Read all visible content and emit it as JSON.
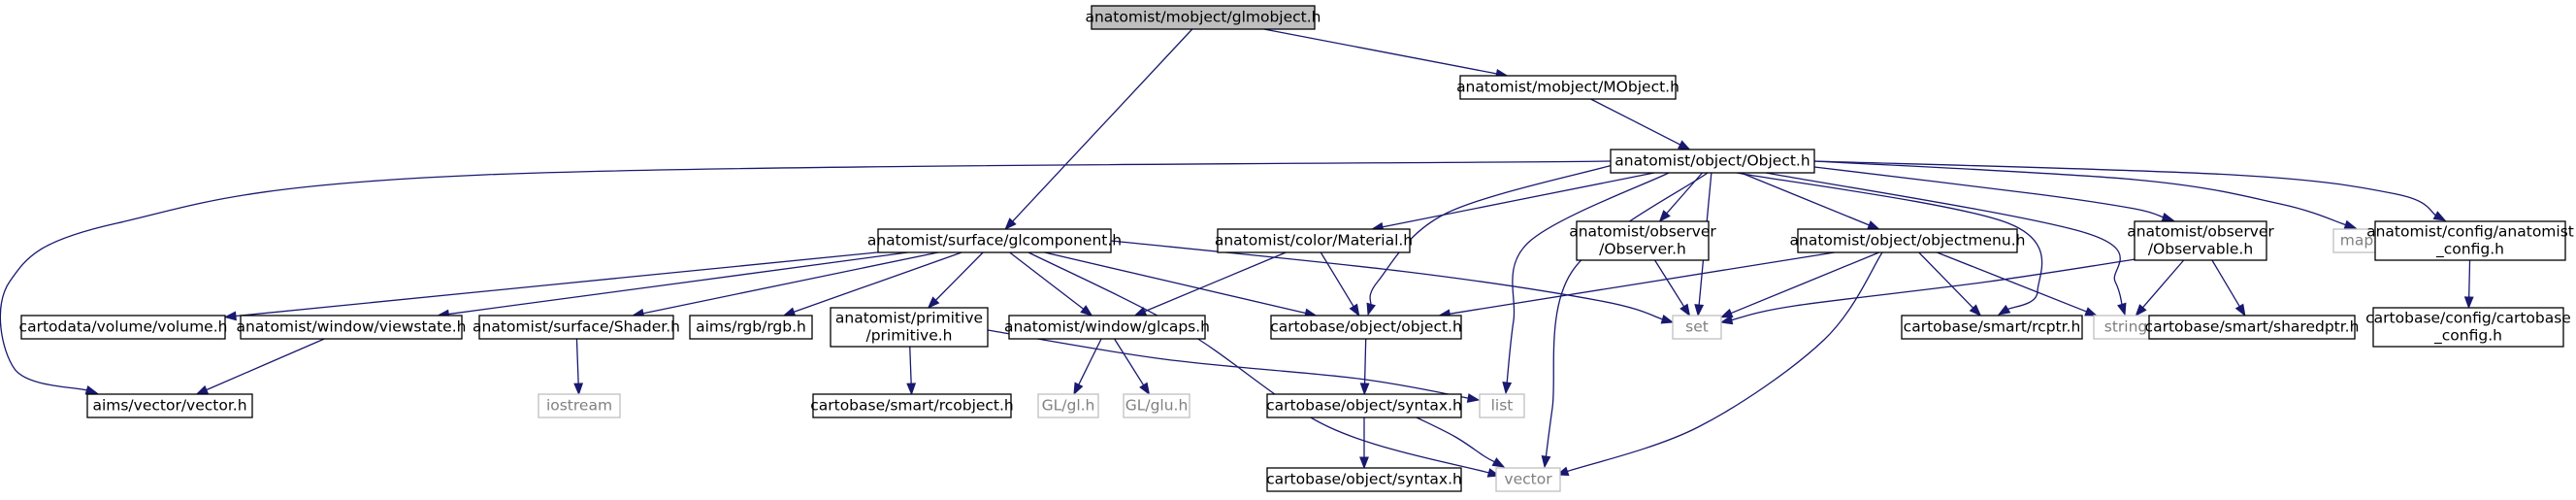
{
  "diagram": {
    "title": "anatomist/mobject/glmobject.h",
    "colors": {
      "edge": "#191970",
      "root_fill": "#bfbfbf",
      "system_border": "#bfbfbf",
      "system_text": "#808080"
    },
    "nodes": [
      {
        "id": "glmobject",
        "lines": [
          "anatomist/mobject/glmobject.h"
        ],
        "kind": "root"
      },
      {
        "id": "mobject",
        "lines": [
          "anatomist/mobject/MObject.h"
        ],
        "kind": "header"
      },
      {
        "id": "object",
        "lines": [
          "anatomist/object/Object.h"
        ],
        "kind": "header"
      },
      {
        "id": "glcomponent",
        "lines": [
          "anatomist/surface/glcomponent.h"
        ],
        "kind": "header"
      },
      {
        "id": "material",
        "lines": [
          "anatomist/color/Material.h"
        ],
        "kind": "header"
      },
      {
        "id": "observer",
        "lines": [
          "anatomist/observer",
          "/Observer.h"
        ],
        "kind": "header"
      },
      {
        "id": "objectmenu",
        "lines": [
          "anatomist/object/objectmenu.h"
        ],
        "kind": "header"
      },
      {
        "id": "observable",
        "lines": [
          "anatomist/observer",
          "/Observable.h"
        ],
        "kind": "header"
      },
      {
        "id": "map",
        "lines": [
          "map"
        ],
        "kind": "system"
      },
      {
        "id": "anaconfig",
        "lines": [
          "anatomist/config/anatomist",
          "_config.h"
        ],
        "kind": "header"
      },
      {
        "id": "volume",
        "lines": [
          "cartodata/volume/volume.h"
        ],
        "kind": "header"
      },
      {
        "id": "viewstate",
        "lines": [
          "anatomist/window/viewstate.h"
        ],
        "kind": "header"
      },
      {
        "id": "shader",
        "lines": [
          "anatomist/surface/Shader.h"
        ],
        "kind": "header"
      },
      {
        "id": "rgb",
        "lines": [
          "aims/rgb/rgb.h"
        ],
        "kind": "header"
      },
      {
        "id": "primitive",
        "lines": [
          "anatomist/primitive",
          "/primitive.h"
        ],
        "kind": "header"
      },
      {
        "id": "glcaps",
        "lines": [
          "anatomist/window/glcaps.h"
        ],
        "kind": "header"
      },
      {
        "id": "cbobject",
        "lines": [
          "cartobase/object/object.h"
        ],
        "kind": "header"
      },
      {
        "id": "set",
        "lines": [
          "set"
        ],
        "kind": "system"
      },
      {
        "id": "rcptr",
        "lines": [
          "cartobase/smart/rcptr.h"
        ],
        "kind": "header"
      },
      {
        "id": "string",
        "lines": [
          "string"
        ],
        "kind": "system"
      },
      {
        "id": "sharedptr",
        "lines": [
          "cartobase/smart/sharedptr.h"
        ],
        "kind": "header"
      },
      {
        "id": "cbconfig",
        "lines": [
          "cartobase/config/cartobase",
          "_config.h"
        ],
        "kind": "header"
      },
      {
        "id": "aimsvector",
        "lines": [
          "aims/vector/vector.h"
        ],
        "kind": "header"
      },
      {
        "id": "iostream",
        "lines": [
          "iostream"
        ],
        "kind": "system"
      },
      {
        "id": "rcobject",
        "lines": [
          "cartobase/smart/rcobject.h"
        ],
        "kind": "header"
      },
      {
        "id": "glh",
        "lines": [
          "GL/gl.h"
        ],
        "kind": "system"
      },
      {
        "id": "gluh",
        "lines": [
          "GL/glu.h"
        ],
        "kind": "system"
      },
      {
        "id": "list",
        "lines": [
          "list"
        ],
        "kind": "system"
      },
      {
        "id": "syntax1",
        "lines": [
          "cartobase/object/syntax.h"
        ],
        "kind": "header"
      },
      {
        "id": "syntax2",
        "lines": [
          "cartobase/object/syntax.h"
        ],
        "kind": "header"
      },
      {
        "id": "vector",
        "lines": [
          "vector"
        ],
        "kind": "system"
      }
    ],
    "edges": [
      [
        "glmobject",
        "mobject"
      ],
      [
        "glmobject",
        "glcomponent"
      ],
      [
        "mobject",
        "object"
      ],
      [
        "object",
        "aimsvector"
      ],
      [
        "object",
        "material"
      ],
      [
        "object",
        "observer"
      ],
      [
        "object",
        "objectmenu"
      ],
      [
        "object",
        "observable"
      ],
      [
        "object",
        "map"
      ],
      [
        "object",
        "anaconfig"
      ],
      [
        "object",
        "cbobject"
      ],
      [
        "object",
        "set"
      ],
      [
        "object",
        "rcptr"
      ],
      [
        "object",
        "string"
      ],
      [
        "object",
        "list"
      ],
      [
        "object",
        "vector"
      ],
      [
        "glcomponent",
        "volume"
      ],
      [
        "glcomponent",
        "viewstate"
      ],
      [
        "glcomponent",
        "shader"
      ],
      [
        "glcomponent",
        "rgb"
      ],
      [
        "glcomponent",
        "primitive"
      ],
      [
        "glcomponent",
        "glcaps"
      ],
      [
        "glcomponent",
        "cbobject"
      ],
      [
        "glcomponent",
        "set"
      ],
      [
        "glcomponent",
        "vector"
      ],
      [
        "material",
        "glcaps"
      ],
      [
        "material",
        "cbobject"
      ],
      [
        "observer",
        "set"
      ],
      [
        "objectmenu",
        "cbobject"
      ],
      [
        "objectmenu",
        "set"
      ],
      [
        "objectmenu",
        "rcptr"
      ],
      [
        "objectmenu",
        "string"
      ],
      [
        "objectmenu",
        "vector"
      ],
      [
        "observable",
        "set"
      ],
      [
        "observable",
        "string"
      ],
      [
        "observable",
        "sharedptr"
      ],
      [
        "anaconfig",
        "cbconfig"
      ],
      [
        "viewstate",
        "aimsvector"
      ],
      [
        "shader",
        "iostream"
      ],
      [
        "primitive",
        "rcobject"
      ],
      [
        "primitive",
        "list"
      ],
      [
        "glcaps",
        "glh"
      ],
      [
        "glcaps",
        "gluh"
      ],
      [
        "cbobject",
        "syntax1"
      ],
      [
        "syntax1",
        "syntax2"
      ],
      [
        "syntax1",
        "vector"
      ]
    ]
  }
}
